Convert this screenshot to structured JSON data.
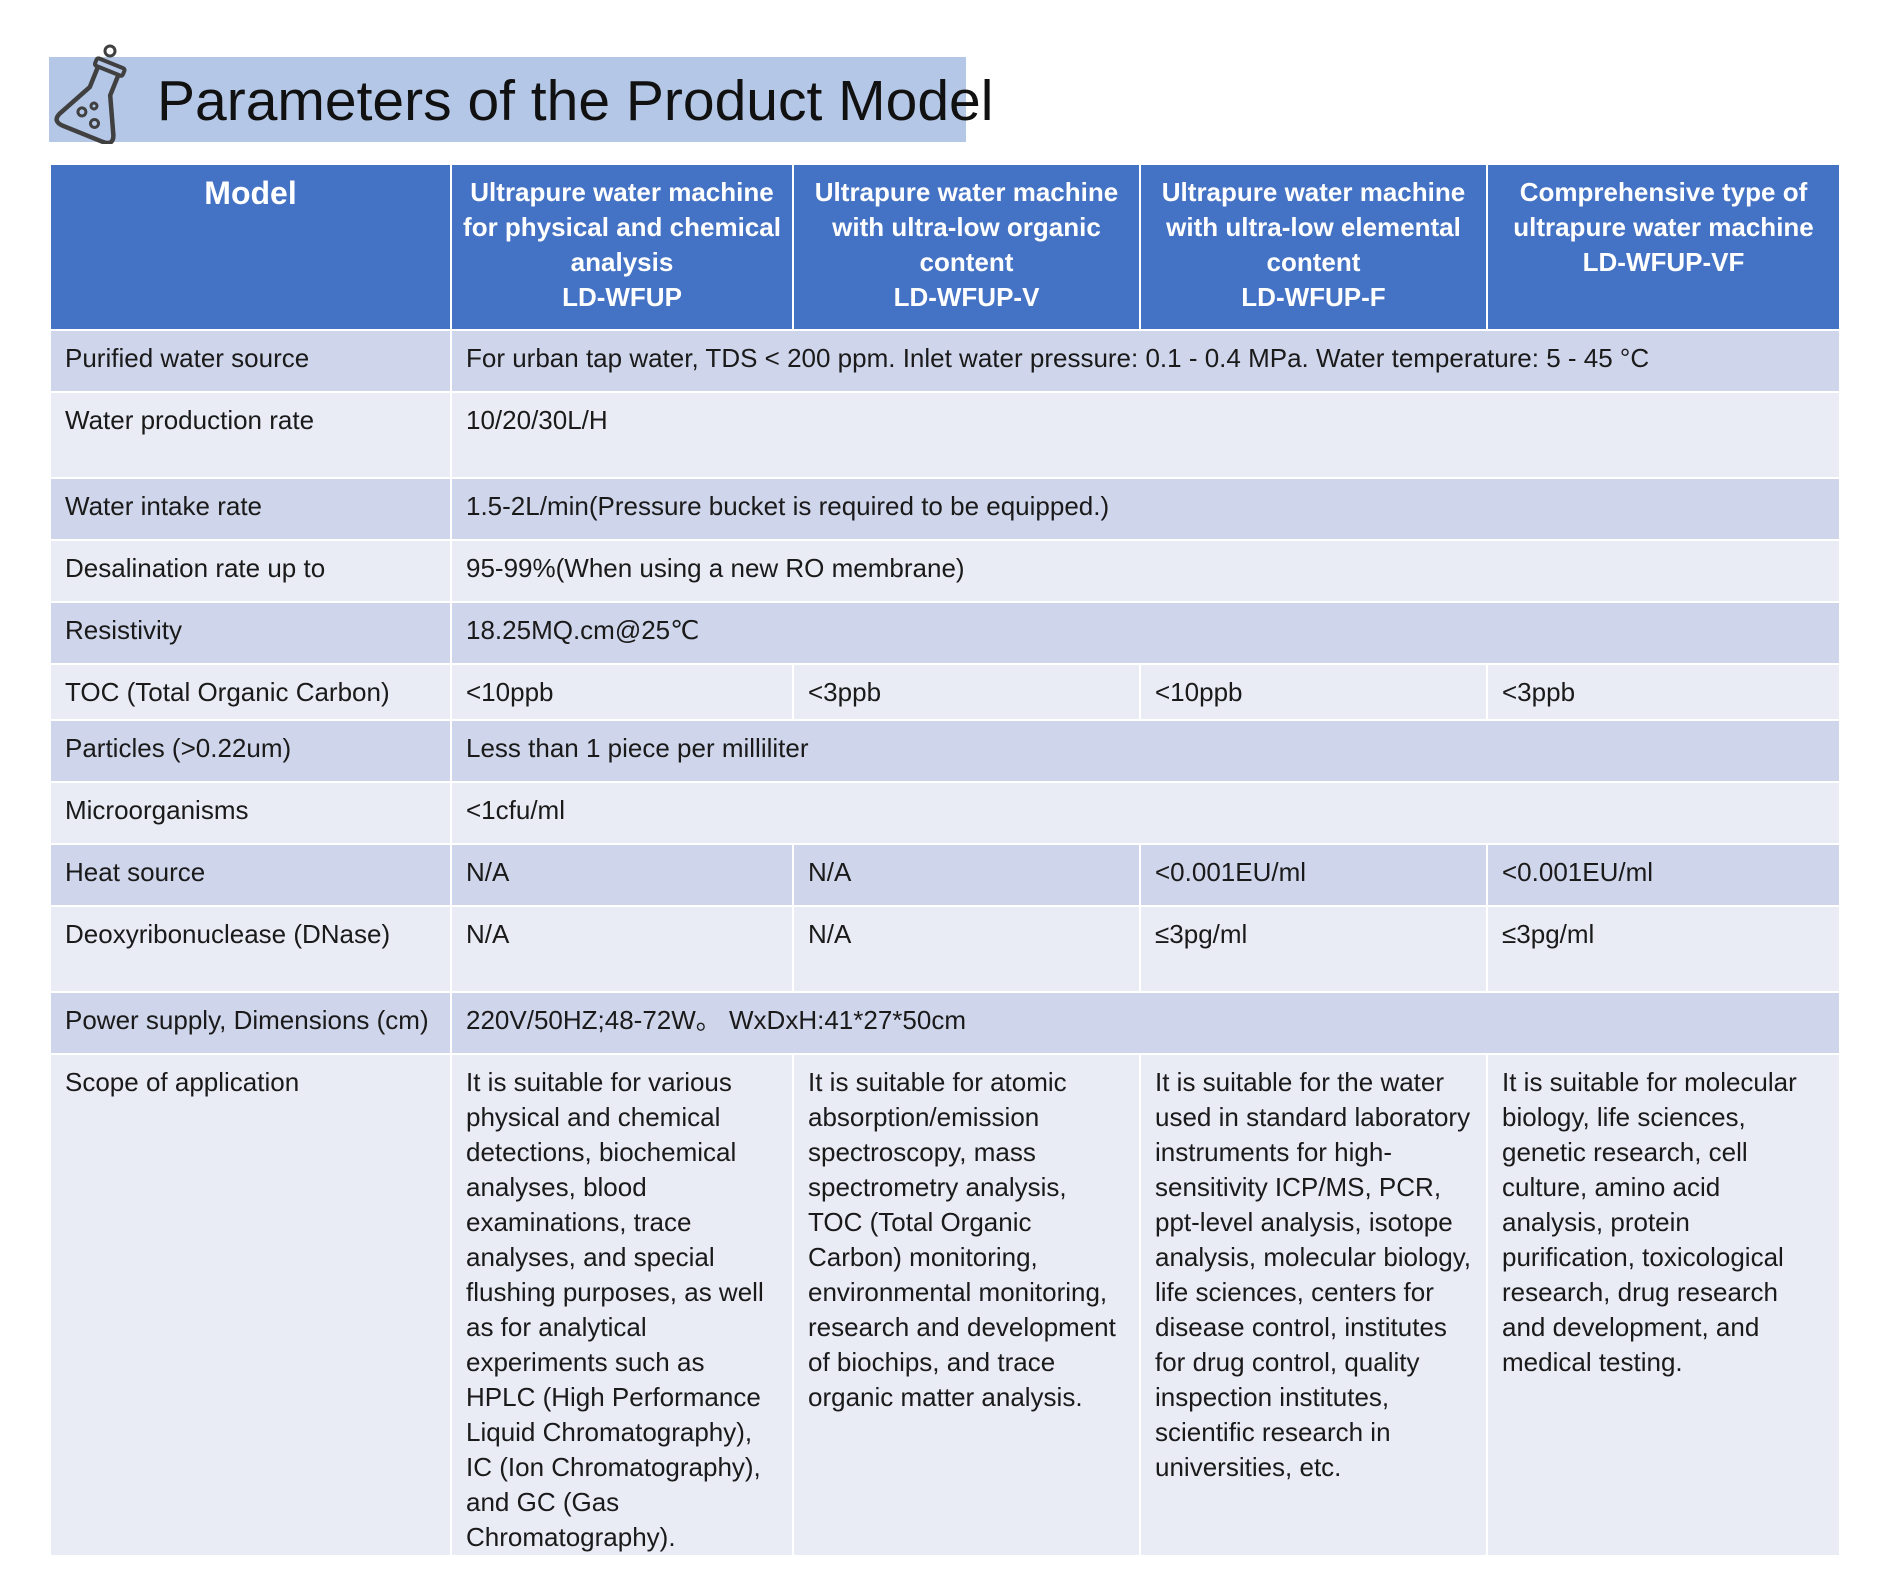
{
  "title": "Parameters of the Product Model",
  "icon": "flask-icon",
  "colors": {
    "title_bg": "#b4c7e7",
    "header_bg": "#4472c4",
    "row_dark": "#cfd5ea",
    "row_light": "#e9ebf5"
  },
  "table": {
    "header": {
      "model_label": "Model",
      "models": [
        {
          "name_lines": [
            "Ultrapure water machine",
            "for physical and chemical",
            "analysis"
          ],
          "code": "LD-WFUP"
        },
        {
          "name_lines": [
            "Ultrapure water machine",
            "with ultra-low organic",
            "content"
          ],
          "code": "LD-WFUP-V"
        },
        {
          "name_lines": [
            "Ultrapure water machine",
            "with ultra-low elemental",
            "content"
          ],
          "code": "LD-WFUP-F"
        },
        {
          "name_lines": [
            "Comprehensive type of",
            "ultrapure water machine"
          ],
          "code": "LD-WFUP-VF"
        }
      ]
    },
    "rows": {
      "purified_water_source": {
        "label": "Purified water source",
        "value": "For urban tap water, TDS < 200 ppm. Inlet water pressure: 0.1 - 0.4 MPa. Water temperature: 5 - 45 °C"
      },
      "water_production_rate": {
        "label": "Water production rate",
        "value": "10/20/30L/H"
      },
      "water_intake_rate": {
        "label": "Water intake rate",
        "value": "1.5-2L/min(Pressure bucket is required to be equipped.)"
      },
      "desalination_rate": {
        "label": "Desalination rate up to",
        "value": "95-99%(When using a new RO membrane)"
      },
      "resistivity": {
        "label": "Resistivity",
        "value": "18.25MQ.cm@25℃"
      },
      "toc": {
        "label": "TOC (Total Organic Carbon)",
        "values": [
          "<10ppb",
          "<3ppb",
          "<10ppb",
          "<3ppb"
        ]
      },
      "particles": {
        "label": "Particles (>0.22um)",
        "value": "Less than 1 piece per milliliter"
      },
      "microorganisms": {
        "label": "Microorganisms",
        "value": "<1cfu/ml"
      },
      "heat_source": {
        "label": "Heat source",
        "values": [
          "N/A",
          "N/A",
          "<0.001EU/ml",
          "<0.001EU/ml"
        ]
      },
      "dnase": {
        "label": "Deoxyribonuclease (DNase)",
        "values": [
          "N/A",
          "N/A",
          "≤3pg/ml",
          "≤3pg/ml"
        ]
      },
      "power_dimensions": {
        "label": "Power supply, Dimensions (cm)",
        "value": "220V/50HZ;48-72W。 WxDxH:41*27*50cm"
      },
      "scope": {
        "label": "Scope of application",
        "values": [
          "It is suitable for various physical and chemical detections, biochemical analyses, blood examinations, trace analyses, and special flushing purposes, as well as for analytical experiments such as HPLC (High Performance Liquid Chromatography), IC (Ion Chromatography), and GC (Gas Chromatography).",
          "It is suitable for atomic absorption/emission spectroscopy, mass spectrometry analysis, TOC (Total Organic Carbon) monitoring, environmental monitoring, research and development of biochips, and trace organic matter analysis.",
          "It is suitable for the water used in standard laboratory instruments for high-sensitivity ICP/MS, PCR, ppt-level analysis, isotope analysis, molecular biology, life sciences, centers for disease control, institutes for drug control, quality inspection institutes, scientific research in universities, etc.",
          "It is suitable for molecular biology, life sciences, genetic research, cell culture, amino acid analysis, protein purification, toxicological research, drug research and development, and medical testing."
        ]
      }
    }
  }
}
